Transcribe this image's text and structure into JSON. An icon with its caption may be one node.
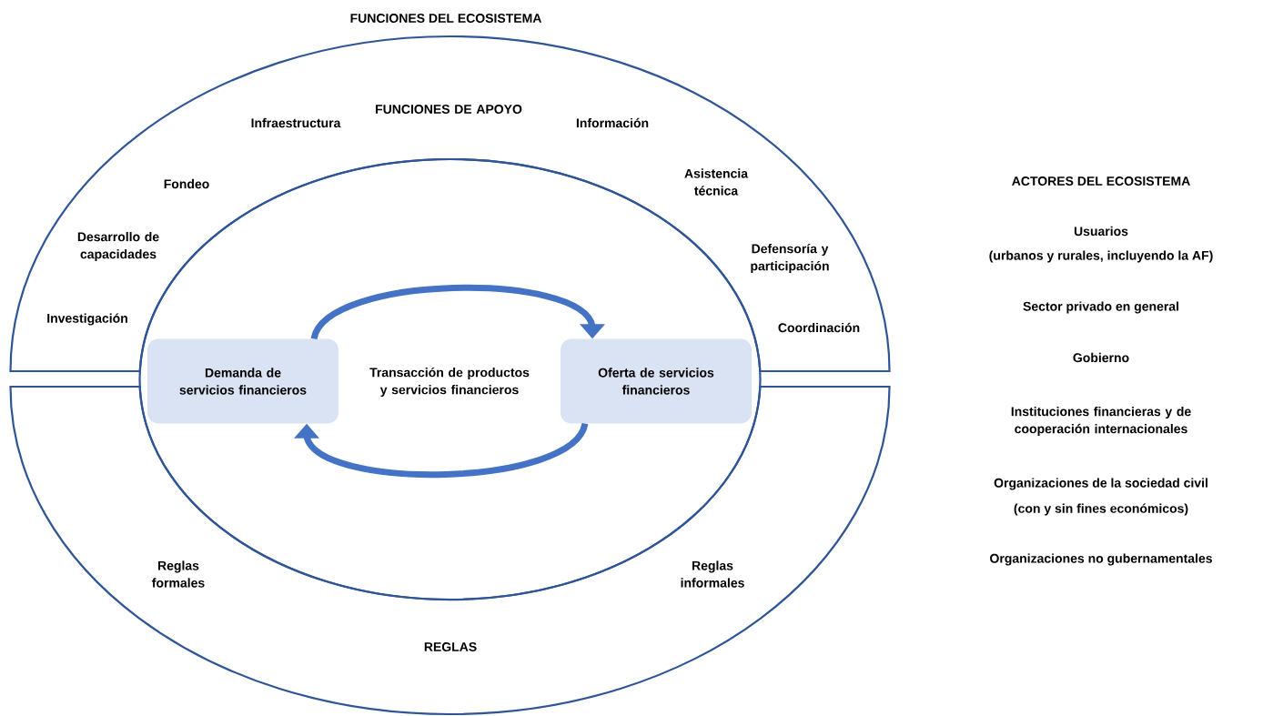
{
  "diagram": {
    "title": "FUNCIONES DEL ECOSISTEMA",
    "nodes": [
      {
        "text": [
          "FUNCIONES DE APOYO"
        ]
      },
      {
        "text": [
          "REGLAS"
        ]
      },
      {
        "text": [
          "Transacción de productos y servicios financieros"
        ]
      },
      {
        "text": [
          "Demanda de servicios financieros"
        ],
        "in": 2
      },
      {
        "text": [
          "Oferta de servicios financieros"
        ],
        "in": 2
      }
    ],
    "edges": [
      {
        "from": 3,
        "to": 4,
        "arrow": "to"
      },
      {
        "from": 4,
        "to": 3,
        "arrow": "to"
      }
    ],
    "labels": [
      "Infraestructura",
      "Información",
      "Asistencia técnica",
      "Fondeo",
      "ACTORES DEL ECOSISTEMA",
      "Desarrollo de capacidades",
      "Usuarios",
      "Defensoría y participación",
      "(urbanos y rurales, incluyendo la AF)",
      "Sector privado en general",
      "Investigación",
      "Coordinación",
      "Gobierno",
      "Instituciones financieras y de cooperación internacionales",
      "Organizaciones de la sociedad civil",
      "(con y sin fines económicos)",
      "Organizaciones no gubernamentales",
      "Reglas formales",
      "Reglas informales"
    ]
  }
}
